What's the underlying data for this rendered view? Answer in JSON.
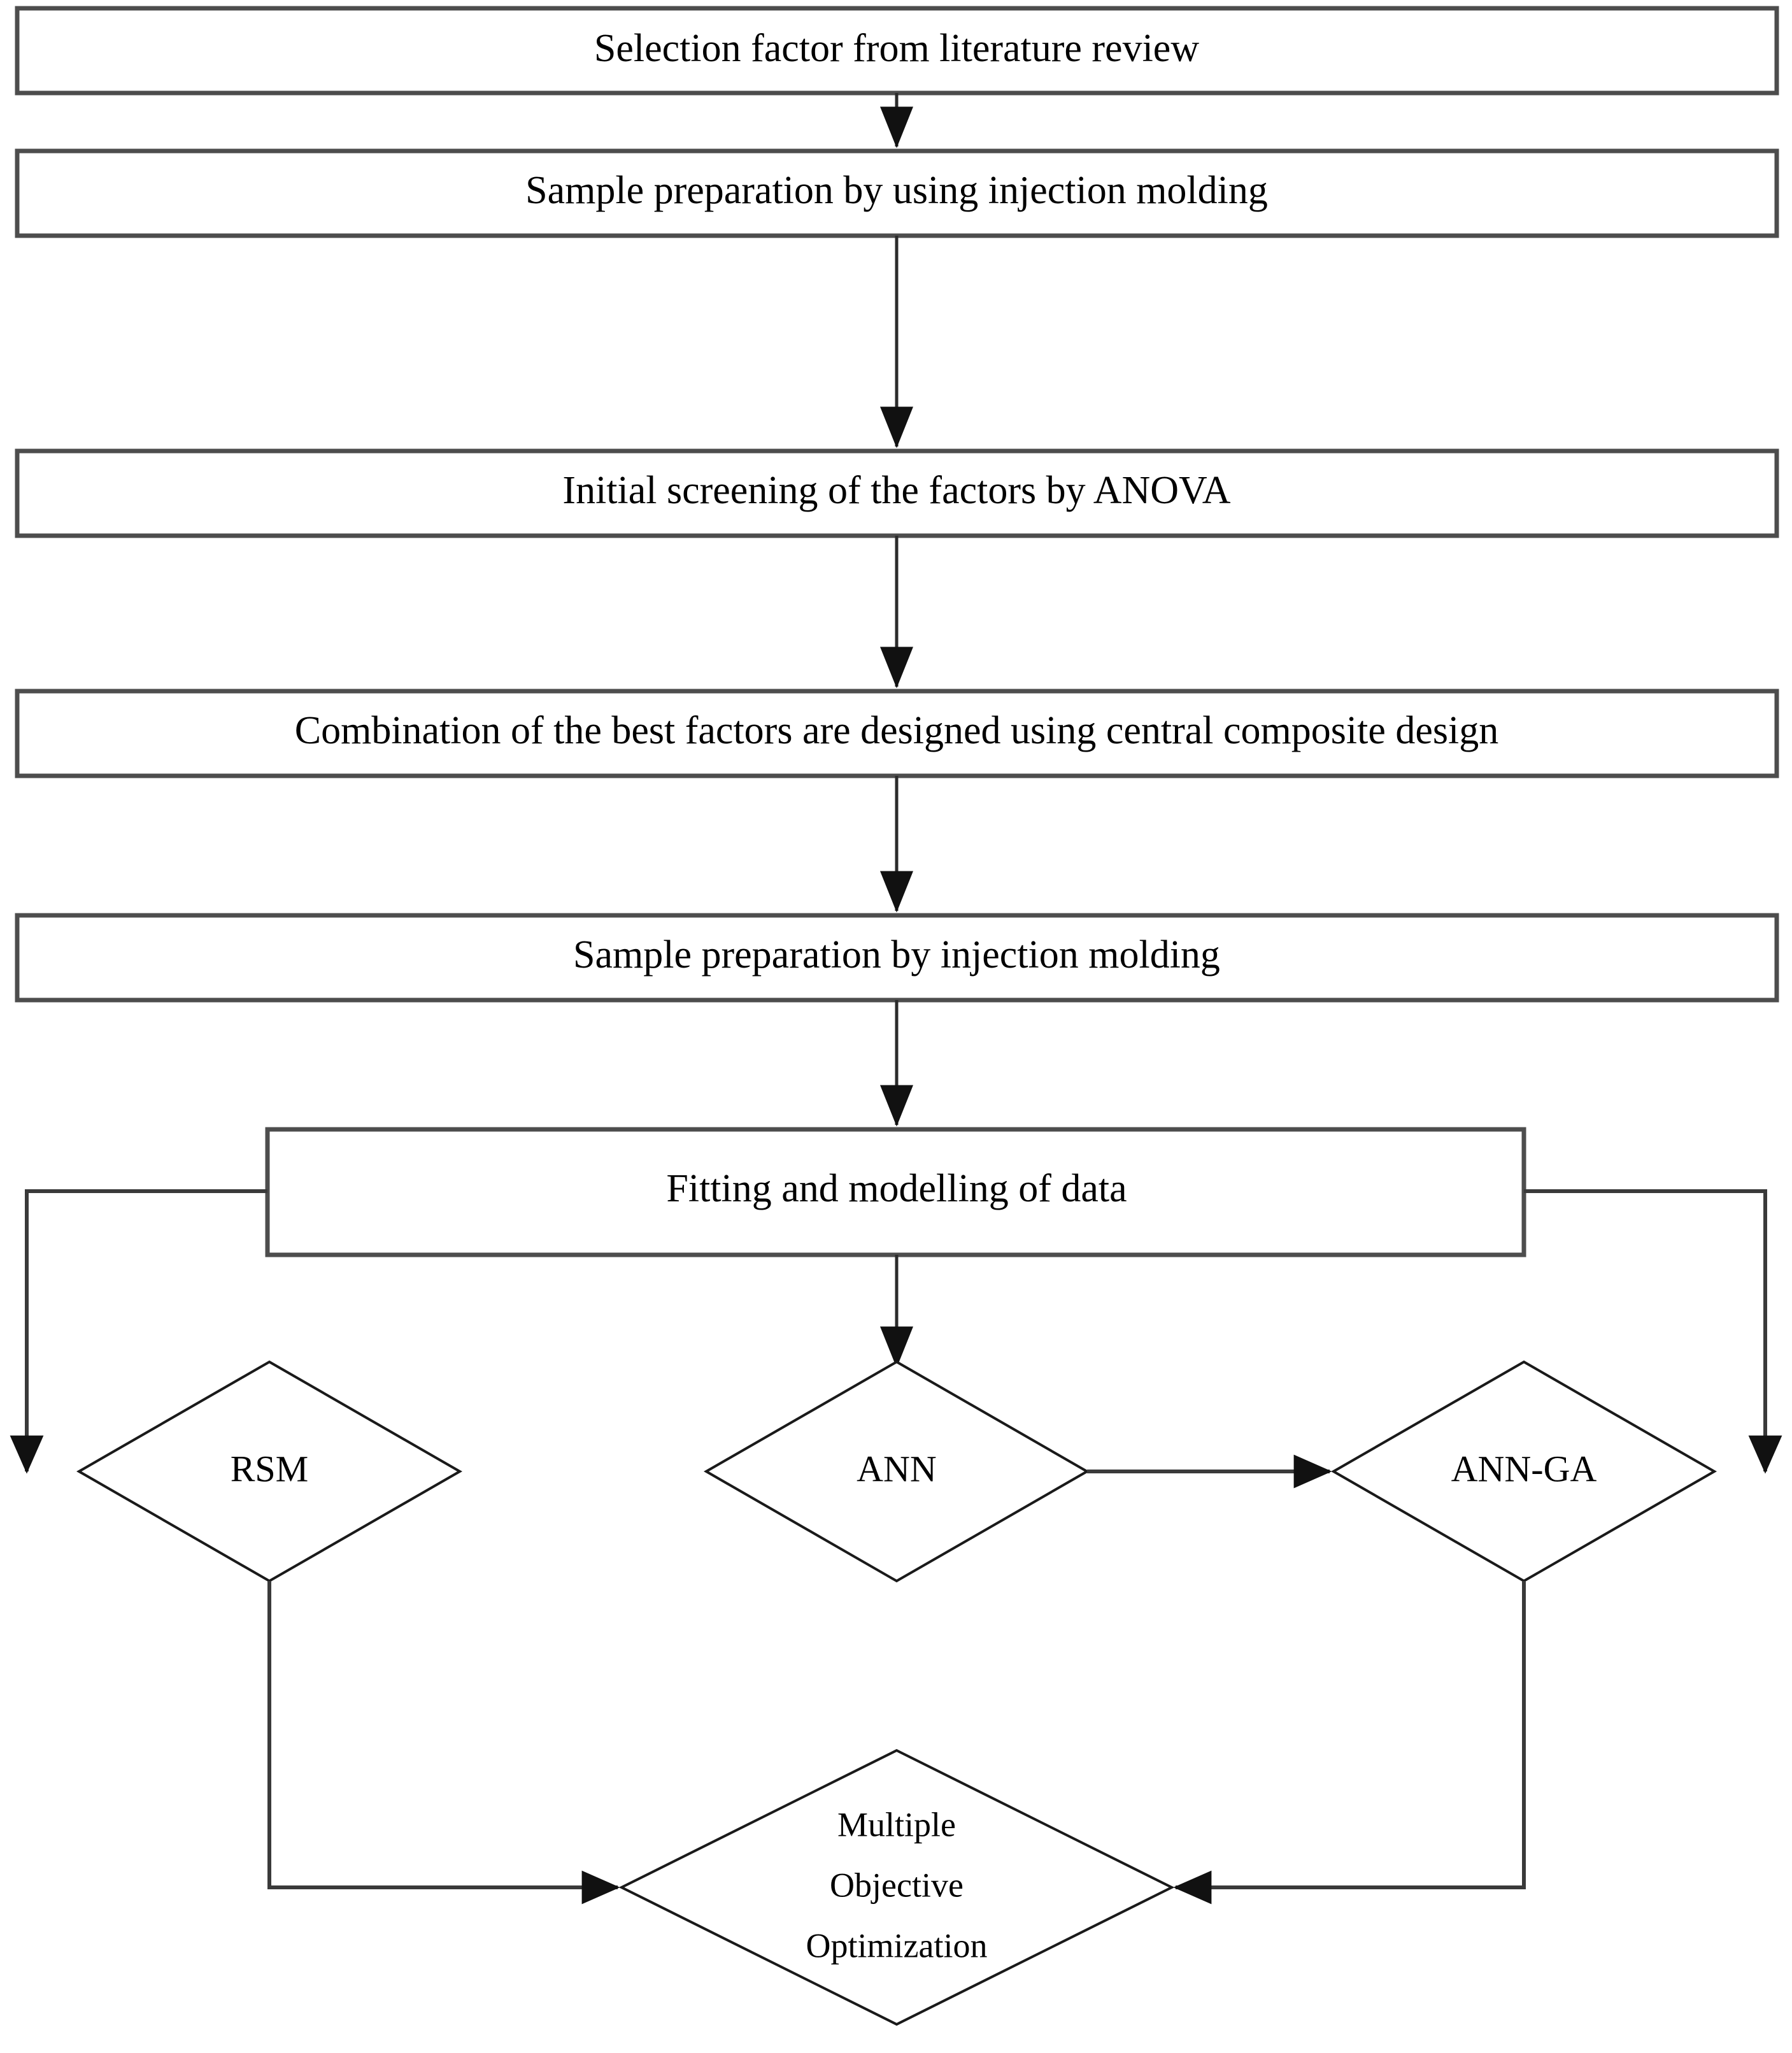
{
  "diagram": {
    "title": "Research methodology flowchart",
    "colors": {
      "background": "#ffffff",
      "box_stroke": "#4d4d4d",
      "diamond_stroke": "#1a1a1a",
      "edge": "#3a3a3a",
      "text": "#000000"
    },
    "process_boxes": [
      {
        "id": "step-1",
        "label": "Selection factor from literature review"
      },
      {
        "id": "step-2",
        "label": "Sample preparation by using injection molding"
      },
      {
        "id": "step-3",
        "label": "Initial screening of the factors by  ANOVA"
      },
      {
        "id": "step-4",
        "label": "Combination of the best factors are designed using central composite design"
      },
      {
        "id": "step-5",
        "label": "Sample preparation by injection molding"
      },
      {
        "id": "step-6",
        "label": "Fitting and modelling of data"
      }
    ],
    "decision_nodes": [
      {
        "id": "rsm",
        "label": "RSM"
      },
      {
        "id": "ann",
        "label": "ANN"
      },
      {
        "id": "ann-ga",
        "label": "ANN-GA"
      },
      {
        "id": "multiple-objective-optimization",
        "label": "Multiple Objective Optimization",
        "line1": "Multiple",
        "line2": "Objective",
        "line3": "Optimization"
      }
    ],
    "connectors": [
      {
        "from": "step-1",
        "to": "step-2",
        "kind": "arrow-down"
      },
      {
        "from": "step-2",
        "to": "step-3",
        "kind": "arrow-down"
      },
      {
        "from": "step-3",
        "to": "step-4",
        "kind": "arrow-down"
      },
      {
        "from": "step-4",
        "to": "step-5",
        "kind": "arrow-down"
      },
      {
        "from": "step-5",
        "to": "step-6",
        "kind": "arrow-down"
      },
      {
        "from": "step-6",
        "to": "ann",
        "kind": "arrow-down"
      },
      {
        "from": "step-6",
        "to": "rsm",
        "kind": "elbow-left"
      },
      {
        "from": "step-6",
        "to": "ann-ga",
        "kind": "elbow-right"
      },
      {
        "from": "ann",
        "to": "ann-ga",
        "kind": "arrow-right"
      },
      {
        "from": "rsm",
        "to": "multiple-objective-optimization",
        "kind": "elbow-down-right"
      },
      {
        "from": "ann-ga",
        "to": "multiple-objective-optimization",
        "kind": "elbow-down-left"
      }
    ]
  }
}
